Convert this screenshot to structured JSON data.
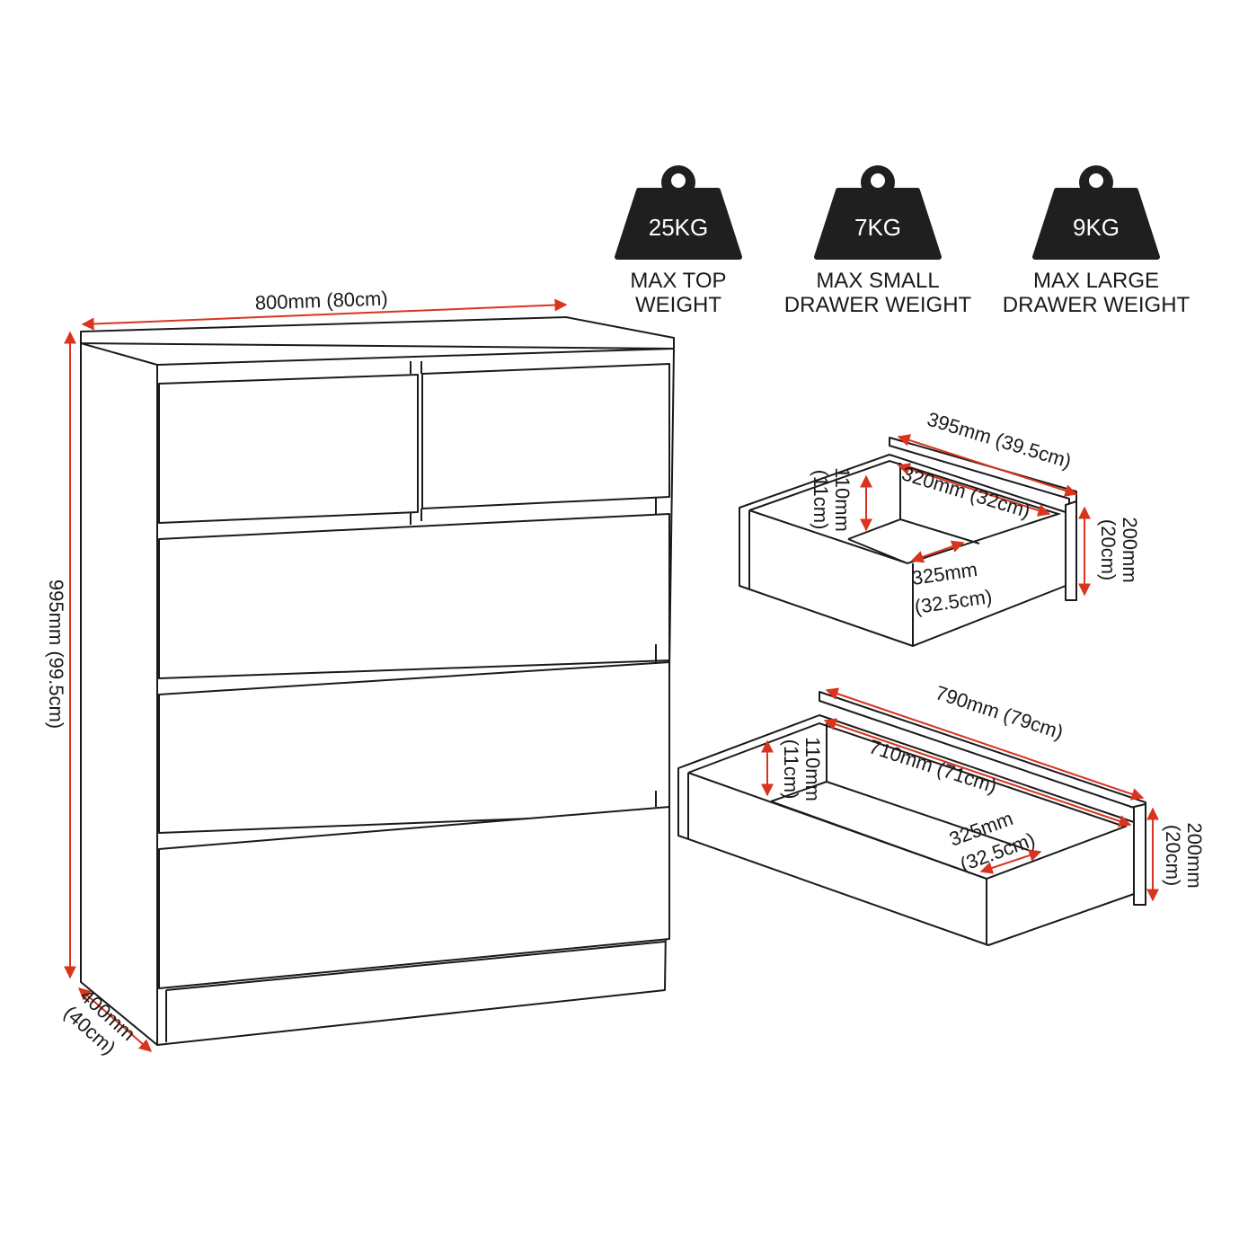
{
  "colors": {
    "dimension": "#d9341e",
    "ink": "#1a1a1a",
    "weight_fill": "#1f1f1f",
    "background": "#ffffff"
  },
  "weights": [
    {
      "value": "25KG",
      "line1": "MAX TOP",
      "line2": "WEIGHT",
      "icon": "weight-icon"
    },
    {
      "value": "7KG",
      "line1": "MAX SMALL",
      "line2": "DRAWER WEIGHT",
      "icon": "weight-icon"
    },
    {
      "value": "9KG",
      "line1": "MAX LARGE",
      "line2": "DRAWER WEIGHT",
      "icon": "weight-icon"
    }
  ],
  "chest": {
    "width": "800mm (80cm)",
    "height": "995mm (99.5cm)",
    "depth_line1": "400mm",
    "depth_line2": "(40cm)"
  },
  "small_drawer": {
    "outer_width": "395mm (39.5cm)",
    "inner_width": "320mm (32cm)",
    "inner_height_line1": "110mm",
    "inner_height_line2": "(11cm)",
    "front_height_line1": "200mm",
    "front_height_line2": "(20cm)",
    "depth_line1": "325mm",
    "depth_line2": "(32.5cm)"
  },
  "large_drawer": {
    "outer_width": "790mm (79cm)",
    "inner_width": "710mm (71cm)",
    "inner_height_line1": "110mm",
    "inner_height_line2": "(11cm)",
    "front_height_line1": "200mm",
    "front_height_line2": "(20cm)",
    "depth_line1": "325mm",
    "depth_line2": "(32.5cm)"
  }
}
